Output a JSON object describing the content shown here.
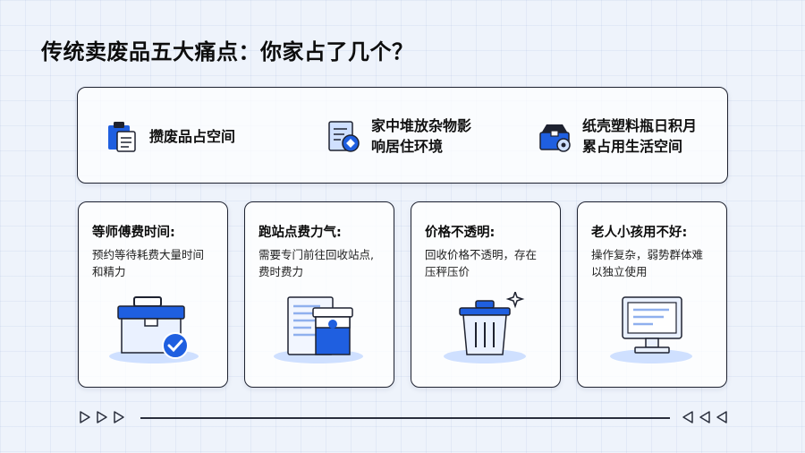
{
  "title": "传统卖废品五大痛点：你家占了几个？",
  "top_items": [
    {
      "line1": "攒废品占空间",
      "line2": "",
      "icon": "clipboard-folder-icon"
    },
    {
      "line1": "家中堆放杂物影",
      "line2": "响居住环境",
      "icon": "document-badge-icon"
    },
    {
      "line1": "纸壳塑料瓶日积月",
      "line2": "累占用生活空间",
      "icon": "box-gear-icon"
    }
  ],
  "cards": [
    {
      "title": "等师傅费时间:",
      "desc1": "预约等待耗费大量时间",
      "desc2": "和精力",
      "icon": "toolbox-check-icon"
    },
    {
      "title": "跑站点费力气:",
      "desc1": "需要专门前往回收站点,",
      "desc2": "费时费力",
      "icon": "documents-cup-icon"
    },
    {
      "title": "价格不透明:",
      "desc1": "回收价格不透明，存在",
      "desc2": "压秤压价",
      "icon": "trash-bin-icon"
    },
    {
      "title": "老人小孩用不好:",
      "desc1": "操作复杂，弱势群体难",
      "desc2": "以独立使用",
      "icon": "monitor-icon"
    }
  ],
  "colors": {
    "accent": "#1f5fe0",
    "light_accent": "#cfe0ff",
    "border": "#1e2230"
  }
}
